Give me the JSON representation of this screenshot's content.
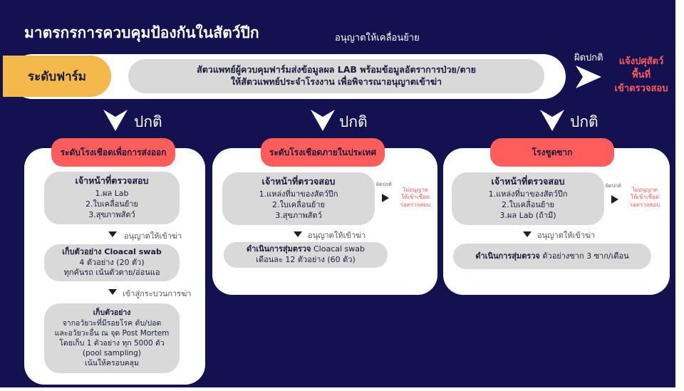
{
  "title": "มาตรกรการควบคุมป้องกันในสัตว์ปีก",
  "subtitle": "อนุญาตให้เคลื่อนย้าย",
  "farm": {
    "label": "ระดับฟาร์ม",
    "line1": "สัตวแพทย์ผู้ควบคุมฟาร์มส่งข้อมูลผล LAB พร้อมข้อมูลอัตราการป่วย/ตาย",
    "line2": "ให้สัตวแพทย์ประจำโรงงาน เพื่อพิจารณาอนุญาตเข้าฆ่า",
    "abnormal_label": "ผิดปกติ",
    "abnormal_action": [
      "แจ้งปศุสัตว์",
      "พื้นที่",
      "เข้าตรวจสอบ"
    ]
  },
  "normal_label": "ปกติ",
  "columns": [
    {
      "header": "ระดับโรงเชือดเพื่อการส่งออก",
      "box1": {
        "heading": "เจ้าหน้าที่ตรวจสอบ",
        "lines": [
          "1.ผล Lab",
          "2.ใบเคลื่อนย้าย",
          "3.สุขภาพสัตว์"
        ]
      },
      "step1": "อนุญาตให้เข้าฆ่า",
      "box2": {
        "heading": "เก็บตัวอย่าง Cloacal swab",
        "lines": [
          "4 ตัวอย่าง (20 ตัว)",
          "ทุกคันรถ เน้นตัวตาย/อ่อนแอ"
        ]
      },
      "step2": "เข้าสู่กระบวนการฆ่า",
      "box3": {
        "heading": "เก็บตัวอย่าง",
        "lines": [
          "จากอวัยวะที่มีรอยโรค ตับ/ปอด",
          "และอวัยวะอื่น ณ จุด Post Mortem",
          "โดยเก็บ 1 ตัวอย่าง ทุก 5000 ตัว",
          "(pool sampling)",
          "เน้นให้ครอบคลุม"
        ]
      }
    },
    {
      "header": "ระดับโรงเชือดภายในประเทศ",
      "box1": {
        "heading": "เจ้าหน้าที่ตรวจสอบ",
        "lines": [
          "1.แหล่งที่มาของสัตว์ปีก",
          "2.ใบเคลื่อนย้าย",
          "3.สุขภาพสัตว์"
        ]
      },
      "abnormal_label": "ผิดปกติ",
      "abnormal_action": [
        "ไม่อนุญาต",
        "ให้เข้าเชือด",
        "รอตรวจสอบ"
      ],
      "step1": "อนุญาตให้เข้าฆ่า",
      "box2": {
        "heading_bold": "ดำเนินการสุ่มตรวจ",
        "heading_rest": " Cloacal swab",
        "lines": [
          "เดือนละ 12 ตัวอย่าง (60 ตัว)"
        ]
      }
    },
    {
      "header": "โรงชูดซาก",
      "box1": {
        "heading": "เจ้าหน้าที่ตรวจสอบ",
        "lines": [
          "1.แหล่งที่มาของสัตว์ปีก",
          "2.ใบเคลื่อนย้าย",
          "3.ผล Lab (ถ้ามี)"
        ]
      },
      "abnormal_label": "ผิดปกติ",
      "abnormal_action": [
        "ไม่อนุญาต",
        "ให้เข้าเชือด",
        "รอตรวจสอบ"
      ],
      "step1": "อนุญาตให้เข้าฆ่า",
      "box2": {
        "heading_bold": "ดำเนินการสุ่มตรวจ",
        "heading_rest": " ตัวอย่างซาก 3 ซาก/เดือน",
        "lines": []
      }
    }
  ],
  "colors": {
    "background": "#13114f",
    "farm_label": "#f5b84a",
    "header_pill": "#ff5c5c",
    "alert_text": "#ff5a5a",
    "box_grey": "#d9d9d9"
  }
}
